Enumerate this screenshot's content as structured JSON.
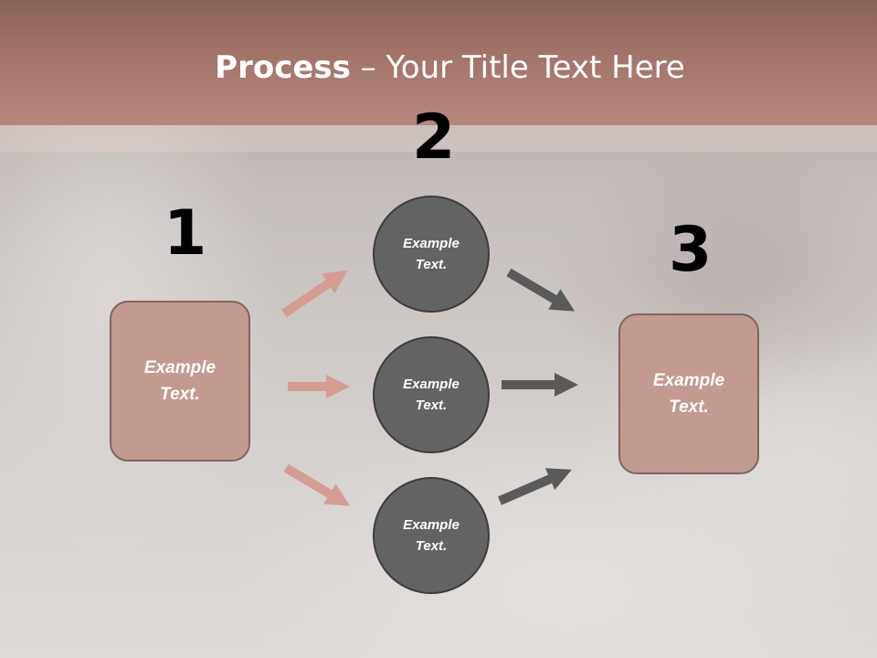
{
  "title": {
    "bold": "Process",
    "dash": " – ",
    "rest": "Your Title Text Here"
  },
  "steps": [
    {
      "number": "1",
      "text": "Example\nText."
    },
    {
      "number": "2"
    },
    {
      "number": "3",
      "text": "Example\nText."
    }
  ],
  "circles": [
    {
      "text": "Example\nText."
    },
    {
      "text": "Example\nText."
    },
    {
      "text": "Example\nText."
    }
  ],
  "colors": {
    "title_bar": "#a37469",
    "box_fill": "#c39a90",
    "box_border": "#7e6560",
    "circle_fill": "#636363",
    "arrow_in": "#d59d91",
    "arrow_out": "#5a5a5a"
  }
}
